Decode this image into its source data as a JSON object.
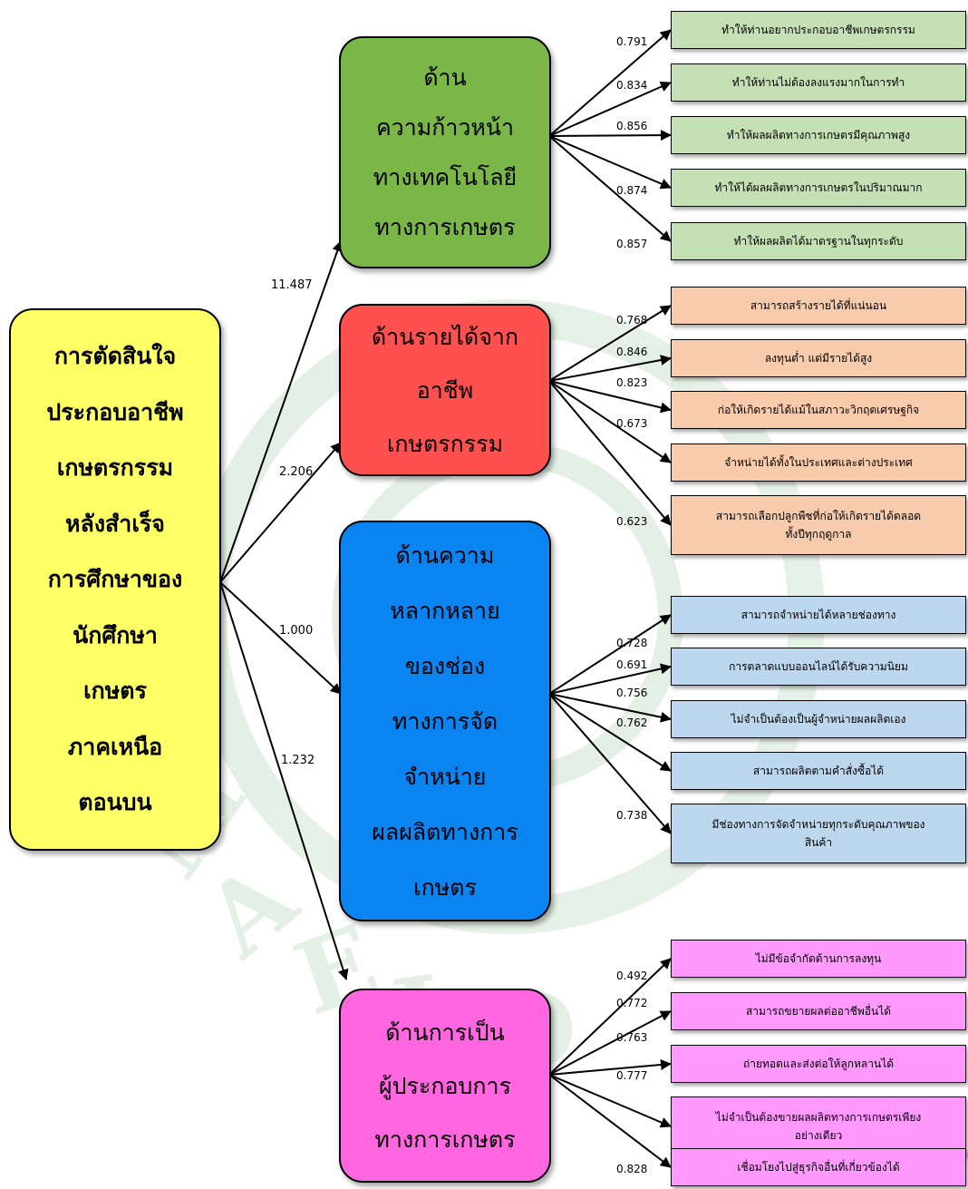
{
  "colors": {
    "main_fill": "#ffff66",
    "factor_fills": [
      "#7ab648",
      "#ff5050",
      "#0a84f0",
      "#ff66e0"
    ],
    "item_fills": [
      "#c5e0b4",
      "#f8cbad",
      "#bdd7ee",
      "#ff99ff"
    ],
    "watermark": "#2e8b3a"
  },
  "main": {
    "lines": [
      "การตัดสินใจ",
      "ประกอบอาชีพ",
      "เกษตรกรรม",
      "หลังสำเร็จ",
      "การศึกษาของ",
      "นักศึกษา",
      "เกษตร",
      "ภาคเหนือ",
      "ตอนบน"
    ]
  },
  "factors": [
    {
      "lines": [
        "ด้าน",
        "ความก้าวหน้า",
        "ทางเทคโนโลยี",
        "ทางการเกษตร"
      ],
      "weight": "11.487",
      "items": [
        {
          "lines": [
            "ทำให้ท่านอยากประกอบอาชีพเกษตรกรรม"
          ],
          "loading": "0.791"
        },
        {
          "lines": [
            "ทำให้ท่านไม่ต้องลงแรงมากในการทำ"
          ],
          "loading": "0.834"
        },
        {
          "lines": [
            "ทำให้ผลผลิตทางการเกษตรมีคุณภาพสูง"
          ],
          "loading": "0.856"
        },
        {
          "lines": [
            "ทำให้ได้ผลผลิตทางการเกษตรในปริมาณมาก"
          ],
          "loading": "0.874"
        },
        {
          "lines": [
            "ทำให้ผลผลิตได้มาตรฐานในทุกระดับ"
          ],
          "loading": "0.857"
        }
      ]
    },
    {
      "lines": [
        "ด้านรายได้จาก",
        "อาชีพ",
        "เกษตรกรรม"
      ],
      "weight": "2.206",
      "items": [
        {
          "lines": [
            "สามารถสร้างรายได้ที่แน่นอน"
          ],
          "loading": "0.768"
        },
        {
          "lines": [
            "ลงทุนต่ำ แต่มีรายได้สูง"
          ],
          "loading": "0.846"
        },
        {
          "lines": [
            "ก่อให้เกิดรายได้แม้ในสภาวะวิกฤตเศรษฐกิจ"
          ],
          "loading": "0.823"
        },
        {
          "lines": [
            "จำหน่ายได้ทั้งในประเทศและต่างประเทศ"
          ],
          "loading": "0.673"
        },
        {
          "lines": [
            "สามารถเลือกปลูกพืชที่ก่อให้เกิดรายได้ตลอด",
            "ทั้งปีทุกฤดูกาล"
          ],
          "loading": "0.623"
        }
      ]
    },
    {
      "lines": [
        "ด้านความ",
        "หลากหลาย",
        "ของช่อง",
        "ทางการจัด",
        "จำหน่าย",
        "ผลผลิตทางการ",
        "เกษตร"
      ],
      "weight": "1.000",
      "items": [
        {
          "lines": [
            "สามารถจำหน่ายได้หลายช่องทาง"
          ],
          "loading": "0.728"
        },
        {
          "lines": [
            "การตลาดแบบออนไลน์ได้รับความนิยม"
          ],
          "loading": "0.691"
        },
        {
          "lines": [
            "ไม่จำเป็นต้องเป็นผู้จำหน่ายผลผลิตเอง"
          ],
          "loading": "0.756"
        },
        {
          "lines": [
            "สามารถผลิตตามคำสั่งซื้อได้"
          ],
          "loading": "0.762"
        },
        {
          "lines": [
            "มีช่องทางการจัดจำหน่ายทุกระดับคุณภาพของ",
            "สินค้า"
          ],
          "loading": "0.738"
        }
      ]
    },
    {
      "lines": [
        "ด้านการเป็น",
        "ผู้ประกอบการ",
        "ทางการเกษตร"
      ],
      "weight": "1.232",
      "items": [
        {
          "lines": [
            "ไม่มีข้อจำกัดด้านการลงทุน"
          ],
          "loading": "0.492"
        },
        {
          "lines": [
            "สามารถขยายผลต่ออาชีพอื่นได้"
          ],
          "loading": "0.772"
        },
        {
          "lines": [
            "ถ่ายทอดและส่งต่อให้ลูกหลานได้"
          ],
          "loading": "0.763"
        },
        {
          "lines": [
            "ไม่จำเป็นต้องขายผลผลิตทางการเกษตรเพียง",
            "อย่างเดียว"
          ],
          "loading": "0.777"
        },
        {
          "lines": [
            "เชื่อมโยงไปสู่ธุรกิจอื่นที่เกี่ยวข้องได้"
          ],
          "loading": "0.828"
        }
      ]
    }
  ],
  "watermark_text": [
    "M",
    "A",
    "E",
    "J",
    "O"
  ]
}
